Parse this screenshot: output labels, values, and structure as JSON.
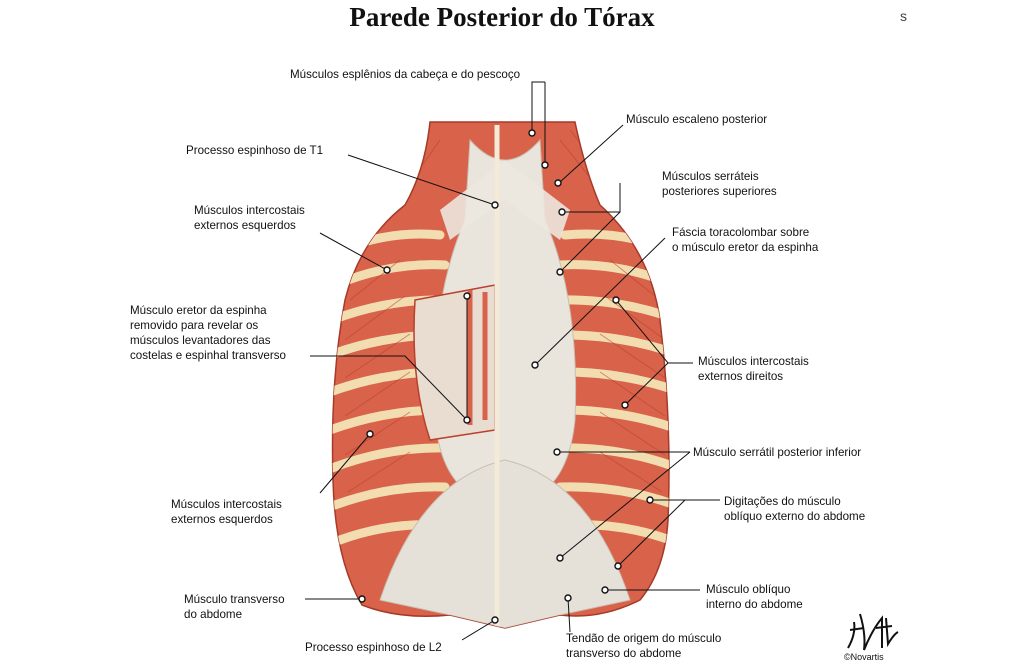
{
  "title": "Parede Posterior do Tórax",
  "corner_mark": "s",
  "labels": {
    "esplenios": "Músculos esplênios da cabeça e do pescoço",
    "escaleno": "Músculo escaleno posterior",
    "t1": "Processo espinhoso de T1",
    "serrateis_sup": "Músculos serráteis\nposteriores superiores",
    "intercostais_esq_sup": "Músculos intercostais\nexternos esquerdos",
    "fascia": "Fáscia toracolombar sobre\no músculo eretor da espinha",
    "eretor": "Músculo eretor da espinha\nremovido para revelar os\nmúsculos levantadores das\ncostelas e espinhal transverso",
    "intercostais_dir": "Músculos intercostais\nexternos direitos",
    "serratil_inf": "Músculo serrátil posterior inferior",
    "intercostais_esq_inf": "Músculos intercostais\nexternos esquerdos",
    "digitacoes": "Digitações do músculo\noblíquo externo do abdome",
    "transverso": "Músculo transverso\ndo abdome",
    "obliquo_int": "Músculo oblíquo\ninterno do abdome",
    "l2": "Processo espinhoso de L2",
    "tendao": "Tendão de origem do músculo\ntransverso do abdome"
  },
  "signature": "F. Netter",
  "copyright": "©Novartis",
  "colors": {
    "muscle": "#d9624a",
    "muscle_dark": "#b8402c",
    "rib": "#f2ddb0",
    "fascia": "#e9e4dc",
    "leader": "#111111"
  }
}
